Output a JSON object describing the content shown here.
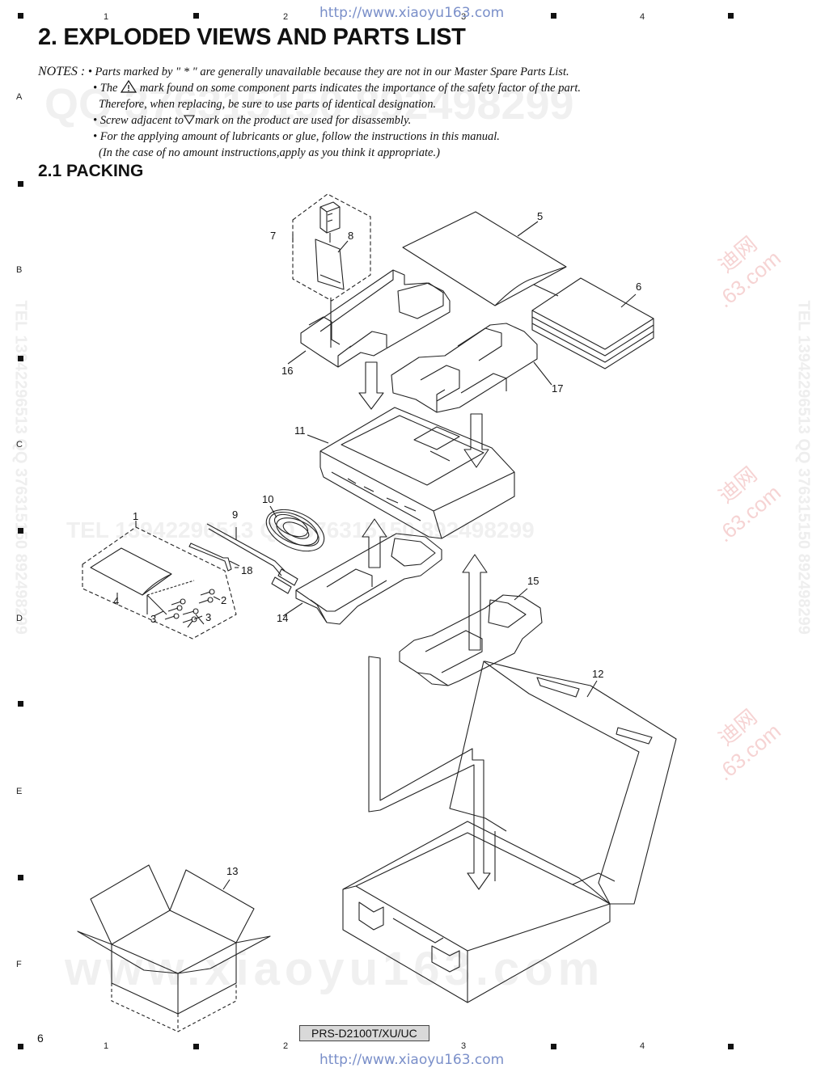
{
  "header": {
    "url": "http://www.xiaoyu163.com",
    "column_numbers": [
      "1",
      "2",
      "3",
      "4"
    ]
  },
  "row_letters": [
    "A",
    "B",
    "C",
    "D",
    "E",
    "F"
  ],
  "title": "2. EXPLODED VIEWS AND PARTS LIST",
  "notes": {
    "label": "NOTES :",
    "lines": [
      "• Parts marked by  \" * \"  are generally unavailable because they are not in our Master Spare Parts List.",
      "• The",
      "mark found on some component parts indicates the importance of the safety factor of the part.",
      "Therefore, when replacing, be sure to use parts of identical designation.",
      "• Screw adjacent to",
      "mark on the product are used for disassembly.",
      "• For the applying amount of lubricants or glue, follow the instructions in this manual.",
      "(In the case of no amount instructions,apply as you think it appropriate.)"
    ]
  },
  "section": {
    "title": "2.1  PACKING"
  },
  "callouts": [
    "1",
    "2",
    "3",
    "3",
    "4",
    "5",
    "6",
    "7",
    "8",
    "9",
    "10",
    "11",
    "12",
    "13",
    "14",
    "15",
    "16",
    "17",
    "18"
  ],
  "watermarks": {
    "qq_line": "QQ 376315150  892498299",
    "tel_line": "TEL 13942296513  QQ 376315150  892498299",
    "vertical_left": "TEL 13942296513  QQ 376315150  892498299",
    "vertical_right": "TEL 13942296513  QQ 376315150  892498299",
    "bottom": "www.xiaoyu163.com",
    "red_cn": "迪网",
    "red_com": ".63.com"
  },
  "footer": {
    "page_number": "6",
    "model": "PRS-D2100T/XU/UC",
    "url": "http://www.xiaoyu163.com"
  }
}
